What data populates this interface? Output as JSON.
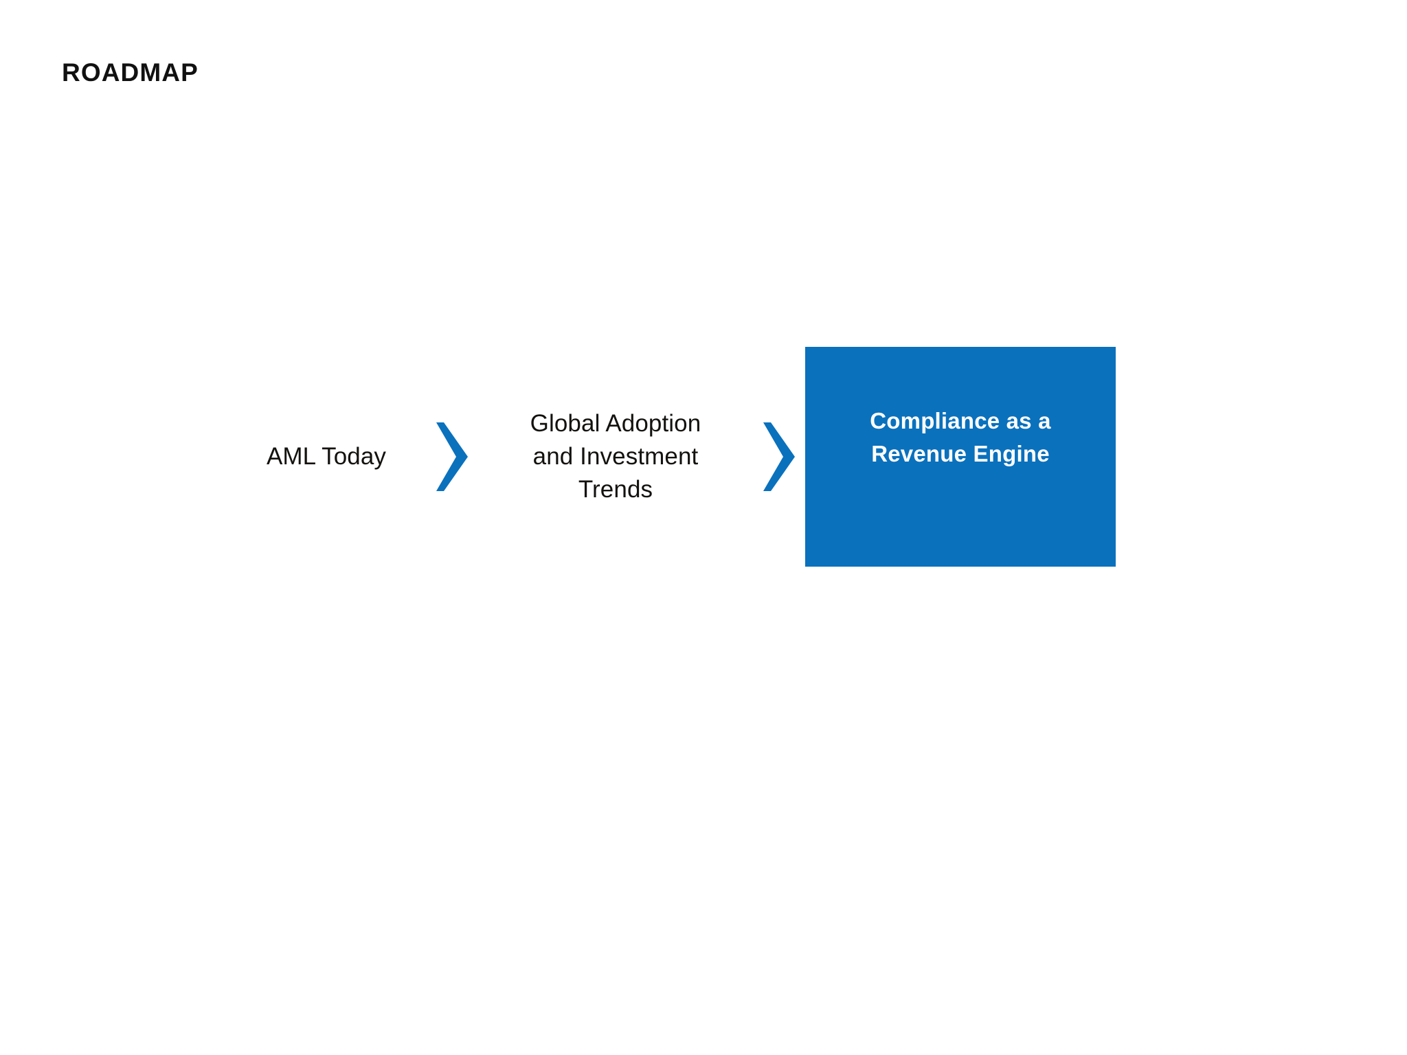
{
  "slide": {
    "title": "ROADMAP",
    "background_color": "#ffffff",
    "accent_color": "#0a71bd",
    "text_color": "#14120f",
    "highlight_text_color": "#ffffff"
  },
  "roadmap": {
    "separator_icon": "chevron-right-icon",
    "steps": [
      {
        "id": "aml-today",
        "lines": [
          "AML Today"
        ],
        "highlighted": false
      },
      {
        "id": "global-adoption-and-investment-trends",
        "lines": [
          "Global Adoption",
          "and Investment",
          "Trends"
        ],
        "highlighted": false
      },
      {
        "id": "compliance-as-a-revenue-engine",
        "lines": [
          "Compliance as a",
          "Revenue Engine"
        ],
        "highlighted": true
      }
    ]
  }
}
